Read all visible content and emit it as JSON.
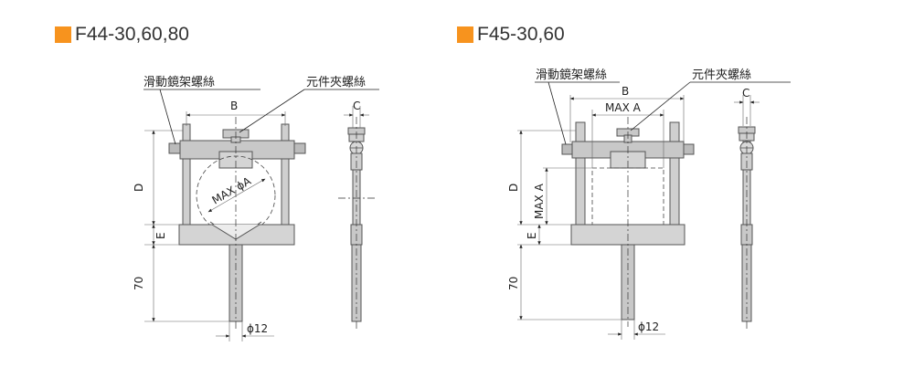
{
  "colors": {
    "accent": "#f7931e",
    "part_fill": "#c8c8c8",
    "part_light": "#d8d8d8",
    "line": "#222222"
  },
  "left": {
    "title": "F44-30,60,80",
    "label_slide": "滑動鏡架螺絲",
    "label_clamp": "元件夾螺絲",
    "dim_b": "B",
    "dim_c": "C",
    "dim_d": "D",
    "dim_e": "E",
    "dim_70": "70",
    "dim_phi12": "ϕ12",
    "dim_max_phi": "MAX ϕA"
  },
  "right": {
    "title": "F45-30,60",
    "label_slide": "滑動鏡架螺絲",
    "label_clamp": "元件夾螺絲",
    "dim_b": "B",
    "dim_c": "C",
    "dim_d": "D",
    "dim_e": "E",
    "dim_70": "70",
    "dim_phi12": "ϕ12",
    "dim_max_a_top": "MAX A",
    "dim_max_a_side": "MAX A"
  }
}
